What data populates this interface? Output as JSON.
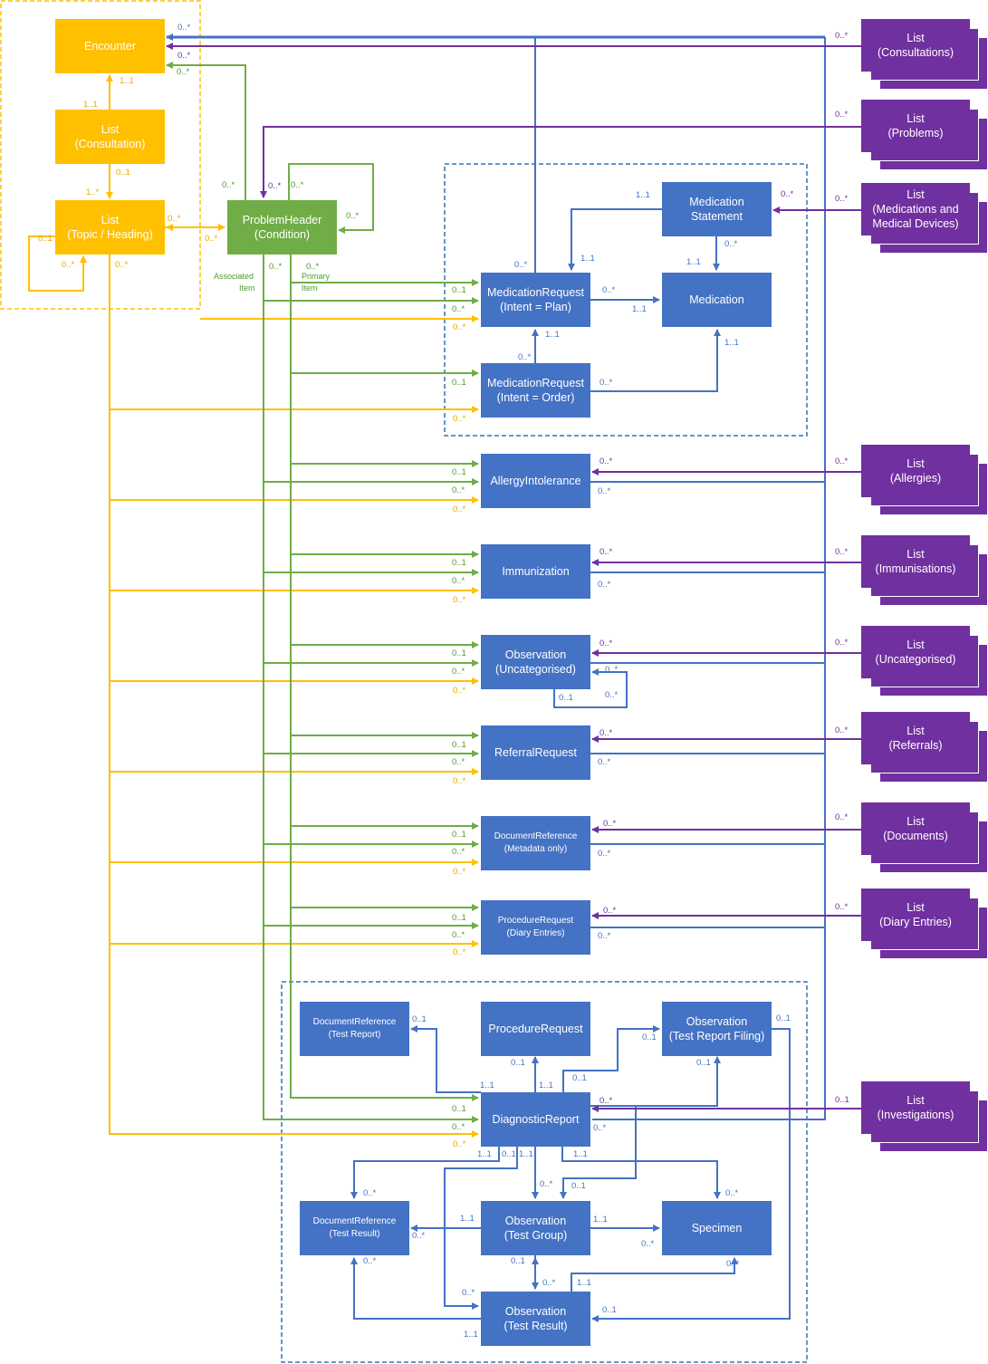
{
  "nodes": {
    "encounter": [
      "Encounter"
    ],
    "list_consultation": [
      "List",
      "(Consultation)"
    ],
    "list_topic": [
      "List",
      "(Topic / Heading)"
    ],
    "problem_header": [
      "ProblemHeader",
      "(Condition)"
    ],
    "medreq_plan": [
      "MedicationRequest",
      "(Intent = Plan)"
    ],
    "medreq_order": [
      "MedicationRequest",
      "(Intent = Order)"
    ],
    "med_statement": [
      "Medication",
      "Statement"
    ],
    "medication": [
      "Medication"
    ],
    "allergy": [
      "AllergyIntolerance"
    ],
    "immunization": [
      "Immunization"
    ],
    "obs_uncat": [
      "Observation",
      "(Uncategorised)"
    ],
    "referral": [
      "ReferralRequest"
    ],
    "docref_meta": [
      "DocumentReference",
      "(Metadata only)"
    ],
    "procreq_diary": [
      "ProcedureRequest",
      "(Diary Entries)"
    ],
    "docref_report": [
      "DocumentReference",
      "(Test Report)"
    ],
    "procreq": [
      "ProcedureRequest"
    ],
    "obs_filing": [
      "Observation",
      "(Test Report Filing)"
    ],
    "diag_report": [
      "DiagnosticReport"
    ],
    "docref_result": [
      "DocumentReference",
      "(Test Result)"
    ],
    "obs_group": [
      "Observation",
      "(Test Group)"
    ],
    "specimen": [
      "Specimen"
    ],
    "obs_result": [
      "Observation",
      "(Test Result)"
    ]
  },
  "lists": {
    "consultations": [
      "List",
      "(Consultations)"
    ],
    "problems": [
      "List",
      "(Problems)"
    ],
    "medications": [
      "List",
      "(Medications and",
      "Medical Devices)"
    ],
    "allergies": [
      "List",
      "(Allergies)"
    ],
    "immunisations": [
      "List",
      "(Immunisations)"
    ],
    "uncategorised": [
      "List",
      "(Uncategorised)"
    ],
    "referrals": [
      "List",
      "(Referrals)"
    ],
    "documents": [
      "List",
      "(Documents)"
    ],
    "diary": [
      "List",
      "(Diary Entries)"
    ],
    "investigations": [
      "List",
      "(Investigations)"
    ]
  },
  "notes": {
    "associated": [
      "Associated",
      "Item"
    ],
    "primary": [
      "Primary",
      "Item"
    ]
  },
  "colors": {
    "yellow": "#FFC000",
    "green": "#70AD47",
    "blue": "#4472C4",
    "purple": "#7030A0",
    "container_border": "#2E75B6"
  }
}
